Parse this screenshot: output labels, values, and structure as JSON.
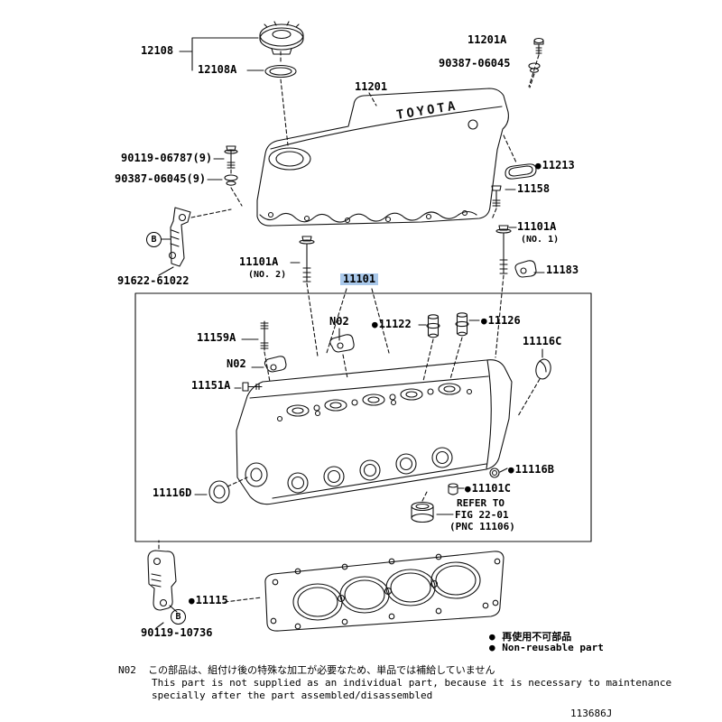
{
  "colors": {
    "highlight": "#a9c8ea",
    "line": "#111111"
  },
  "glyphs": {
    "bullet": "●"
  },
  "diagram": {
    "toyota_text": "TOYOTA"
  },
  "labels": {
    "p12108": "12108",
    "p12108A": "12108A",
    "p11201A": "11201A",
    "p90387_06045": "90387-06045",
    "p11201": "11201",
    "p90119_06787": "90119-06787(9)",
    "p90387_06045_9": "90387-06045(9)",
    "p11213": "11213",
    "p11158": "11158",
    "p11101A_no1": "11101A",
    "p11101A_no1_sub": "(NO. 1)",
    "p11183": "11183",
    "b_mark": "B",
    "p91622_61022": "91622-61022",
    "p11101A_no2": "11101A",
    "p11101A_no2_sub": "(NO. 2)",
    "p11101": "11101",
    "p11159A": "11159A",
    "n02": "N02",
    "p11122": "11122",
    "p11126": "11126",
    "p11116C": "11116C",
    "p11151A": "11151A",
    "p11116B": "11116B",
    "p11116D": "11116D",
    "p11101C": "11101C",
    "refer_line1": "REFER TO",
    "refer_line2": "FIG 22-01",
    "refer_line3": "(PNC 11106)",
    "p11115": "11115",
    "p90119_10736": "90119-10736"
  },
  "legend": {
    "jp": "再使用不可部品",
    "en": "Non-reusable part"
  },
  "note": {
    "code": "N02",
    "jp": "この部品は、組付け後の特殊な加工が必要なため、単品では補給していません",
    "en_line1": "This part is not supplied as an individual part, because it is necessary to maintenance",
    "en_line2": "specially after the part assembled/disassembled"
  },
  "doc_number": "113686J"
}
